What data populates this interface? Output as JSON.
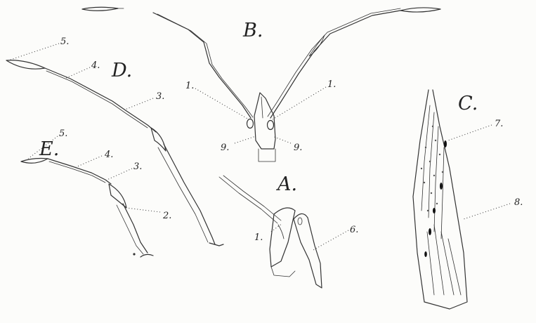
{
  "figure_labels": {
    "A": "A.",
    "B": "B.",
    "C": "C.",
    "D": "D.",
    "E": "E."
  },
  "part_numbers": {
    "B_left_1": "1.",
    "B_right_1": "1.",
    "B_left_9": "9.",
    "B_right_9": "9.",
    "D_5": "5.",
    "D_4": "4.",
    "D_3": "3.",
    "E_5": "5.",
    "E_4": "4.",
    "E_3": "3.",
    "E_2": "2.",
    "A_1": "1.",
    "A_6": "6.",
    "C_7": "7.",
    "C_8": "8."
  }
}
